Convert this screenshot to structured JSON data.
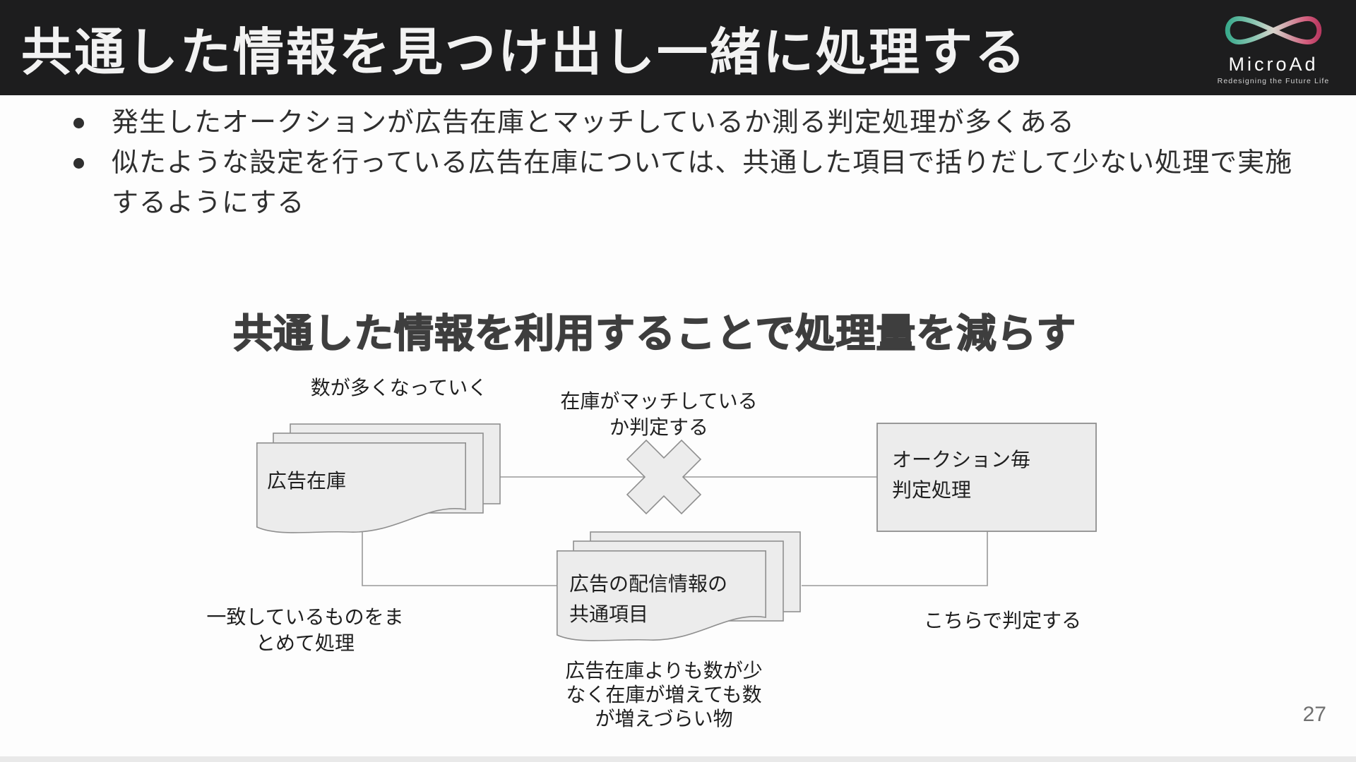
{
  "header": {
    "title": "共通した情報を見つけ出し一緒に処理する",
    "logo": {
      "brand": "MicroAd",
      "tagline": "Redesigning the Future Life"
    }
  },
  "bullets": [
    "発生したオークションが広告在庫とマッチしているか測る判定処理が多くある",
    "似たような設定を行っている広告在庫については、共通した項目で括りだして少ない処理で実施するようにする"
  ],
  "diagram": {
    "heading": "共通した情報を利用することで処理量を減らす",
    "nodes": {
      "ad_inventory": "広告在庫",
      "auction_judge": [
        "オークション毎",
        "判定処理"
      ],
      "common_items": [
        "広告の配信情報の",
        "共通項目"
      ]
    },
    "annotations": {
      "growing": "数が多くなっていく",
      "match_check": [
        "在庫がマッチしている",
        "か判定する"
      ],
      "batch": [
        "一致しているものをま",
        "とめて処理"
      ],
      "fewer": [
        "広告在庫よりも数が少",
        "なく在庫が増えても数",
        "が増えづらい物"
      ],
      "judge_here": "こちらで判定する"
    }
  },
  "page_number": "27",
  "colors": {
    "header_bg": "#1d1d1e",
    "shape_fill": "#ececec",
    "shape_stroke": "#8f8f8f",
    "connector": "#999999",
    "logo_teal": "#3aaa8c",
    "logo_pink": "#c84a72"
  }
}
